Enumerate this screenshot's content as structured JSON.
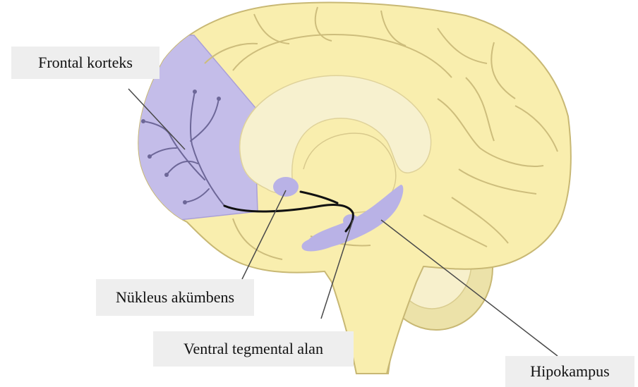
{
  "labels": {
    "frontal_cortex": "Frontal korteks",
    "nucleus_accumbens": "Nükleus akümbens",
    "ventral_tegmental_area": "Ventral tegmental alan",
    "hippocampus": "Hipokampus"
  },
  "colors": {
    "brain_fill": "#f9eeae",
    "brain_outline": "#c8b874",
    "frontal_fill": "#c4bde9",
    "inner_pale": "#f7f1cf",
    "structure_purple": "#b9b2e6",
    "pathway": "#111111",
    "leader_line": "#4a4a4a",
    "label_bg": "#eeeeee"
  }
}
